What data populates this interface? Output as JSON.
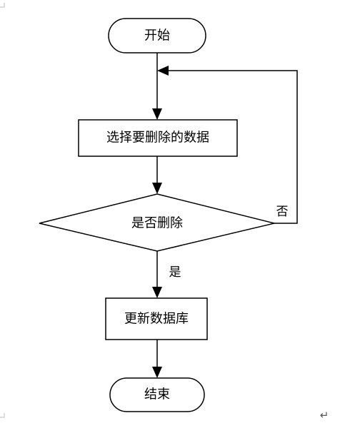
{
  "diagram": {
    "nodes": {
      "start": {
        "label": "开始"
      },
      "select": {
        "label": "选择要删除的数据"
      },
      "decision": {
        "label": "是否删除"
      },
      "update": {
        "label": "更新数据库"
      },
      "end": {
        "label": "结束"
      }
    },
    "edges": {
      "yes_label": "是",
      "no_label": "否"
    },
    "paragraph_mark": "↵"
  }
}
